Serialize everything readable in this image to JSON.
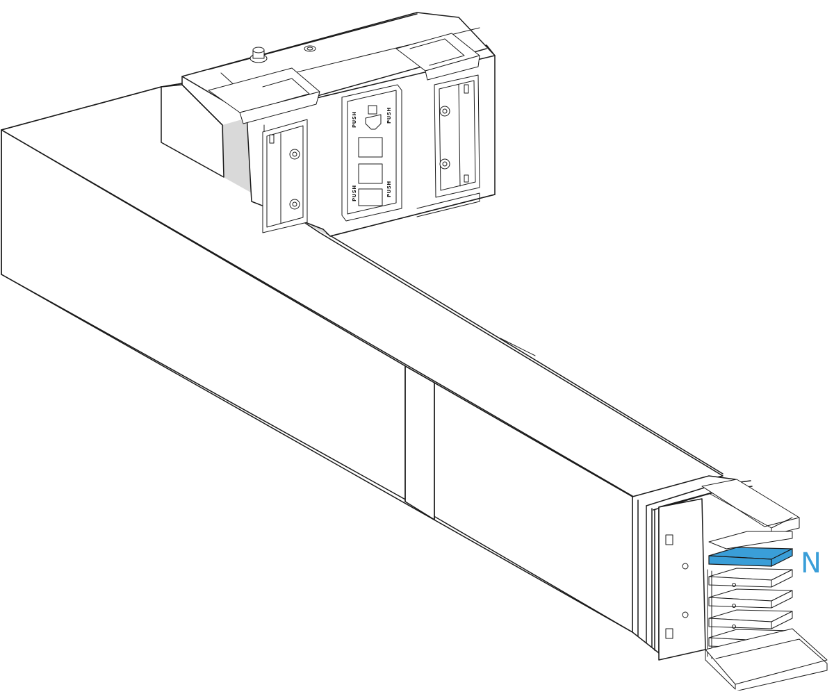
{
  "labels": {
    "neutral_bar": "N",
    "push_1": "PUSH",
    "push_2": "PUSH",
    "push_3": "PUSH",
    "push_4": "PUSH"
  },
  "colors": {
    "neutral_bar": "#3a9ed8",
    "neutral_label": "#3a9ed8",
    "outline": "#1a1a1a",
    "shade": "#d9d9d9"
  }
}
